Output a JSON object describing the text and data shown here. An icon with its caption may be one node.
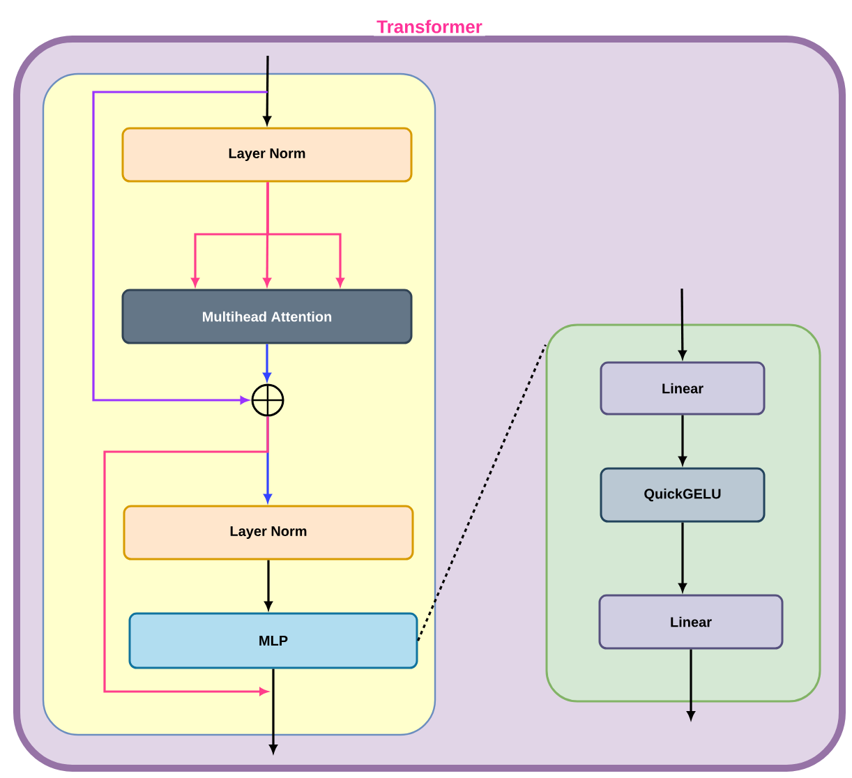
{
  "diagram": {
    "nodes": [
      {
        "text": [
          "Transformer"
        ]
      },
      {
        "text": [],
        "shape": "box",
        "in": 0
      },
      {
        "text": [
          "Layer Norm"
        ],
        "in": 1
      },
      {
        "text": [
          "Multihead Attention"
        ],
        "in": 1
      },
      {
        "text": [],
        "shape": "circle",
        "in": 1
      },
      {
        "text": [
          "Layer Norm"
        ],
        "in": 1
      },
      {
        "text": [
          "MLP"
        ],
        "in": 1
      },
      {
        "text": [],
        "shape": "box",
        "in": 0
      },
      {
        "text": [
          "Linear"
        ],
        "in": 7
      },
      {
        "text": [
          "QuickGELU"
        ],
        "in": 7
      },
      {
        "text": [
          "Linear"
        ],
        "in": 7
      }
    ],
    "edges": [
      {
        "from": null,
        "to": 2,
        "arrow": "to"
      },
      {
        "from": 2,
        "to": 3,
        "arrow": "to",
        "color": "#ff3d8b"
      },
      {
        "from": 2,
        "to": 3,
        "arrow": "to",
        "color": "#ff3d8b"
      },
      {
        "from": 2,
        "to": 3,
        "arrow": "to",
        "color": "#ff3d8b"
      },
      {
        "from": 3,
        "to": 4,
        "arrow": "to",
        "color": "#3344ff"
      },
      {
        "from": null,
        "to": 4,
        "arrow": "to",
        "color": "#9933ff"
      },
      {
        "from": 4,
        "to": 5,
        "arrow": "to",
        "color": "#3344ff"
      },
      {
        "from": 5,
        "to": 6,
        "arrow": "to"
      },
      {
        "from": 6,
        "to": null,
        "arrow": "to"
      },
      {
        "from": 4,
        "to": null,
        "arrow": "to",
        "color": "#ff3d8b"
      },
      {
        "from": 6,
        "to": 7,
        "arrow": "none",
        "style": "dashed"
      },
      {
        "from": null,
        "to": 8,
        "arrow": "to"
      },
      {
        "from": 8,
        "to": 9,
        "arrow": "to"
      },
      {
        "from": 9,
        "to": 10,
        "arrow": "to"
      },
      {
        "from": 10,
        "to": null,
        "arrow": "to"
      }
    ]
  }
}
